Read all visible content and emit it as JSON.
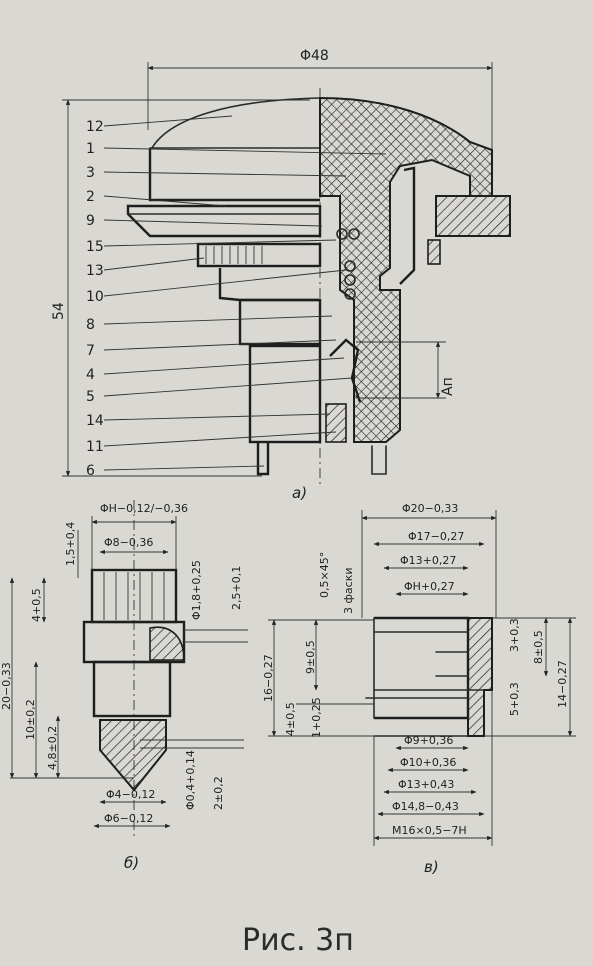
{
  "figure": {
    "caption": "Рис. 3п",
    "views": {
      "a": "а)",
      "b": "б)",
      "c": "в)"
    },
    "view_a": {
      "overall_diameter": "Φ48",
      "overall_height": "54",
      "lift_label": "Ап",
      "part_labels": [
        "12",
        "1",
        "3",
        "2",
        "9",
        "15",
        "13",
        "10",
        "8",
        "7",
        "4",
        "5",
        "14",
        "11",
        "6"
      ]
    },
    "view_b": {
      "dims": {
        "top_dia": "ΦН−0,12/−0,36",
        "dia8": "Φ8−0,36",
        "h15": "1,5+0,4",
        "h4": "4+0,5",
        "dia18": "Φ1,8+0,25",
        "h25": "2,5+0,1",
        "len20": "20−0,33",
        "h10": "10±0,2",
        "h48": "4,8±0,2",
        "dia4": "Φ4−0,12",
        "dia04": "Φ0,4+0,14",
        "h2": "2±0,2",
        "dia6": "Φ6−0,12"
      }
    },
    "view_c": {
      "dims": {
        "dia20": "Φ20−0,33",
        "dia17": "Φ17−0,27",
        "dia13top": "Φ13+0,27",
        "diaH": "ΦН+0,27",
        "chamfer": "0,5×45°",
        "chamfer_note": "3 фаски",
        "h9": "9±0,5",
        "h16": "16−0,27",
        "h4": "4±0,5",
        "h1": "1+0,25",
        "h3": "3+0,3",
        "h8": "8±0,5",
        "h14": "14−0,27",
        "h5": "5+0,3",
        "dia9": "Φ9+0,36",
        "dia10": "Φ10+0,36",
        "dia13": "Φ13+0,43",
        "dia148": "Φ14,8−0,43",
        "thread": "М16×0,5−7Н"
      }
    }
  }
}
